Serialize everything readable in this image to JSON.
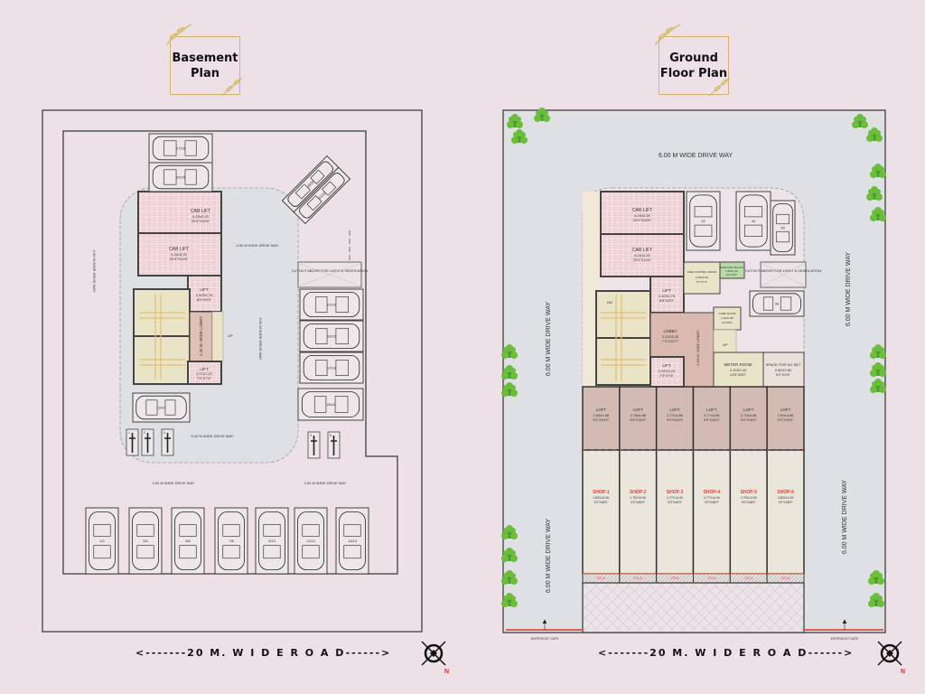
{
  "basement": {
    "title_line1": "Basement",
    "title_line2": "Plan",
    "car_lifts": [
      {
        "label": "CAR LIFT",
        "dim": "6.20x3.20",
        "imp": "20'4\"X10'6\""
      },
      {
        "label": "CAR LIFT",
        "dim": "6.20x3.20",
        "imp": "20'4\"X10'6\""
      }
    ],
    "lift_top": {
      "label": "LIFT",
      "dim": "2.42X2.75",
      "imp": "8'0\"X9'0\""
    },
    "lift_bottom": {
      "label": "LIFT",
      "dim": "2.07X2.22",
      "imp": "7'0\"X7'4\""
    },
    "lobby": "1.42 M. WIDE LOBBY",
    "up": "UP",
    "cutout": "CUTOUT ABOVE FOR LIGHT & VENTILATION",
    "drive_ways": {
      "left_vertical": "4.50 M WIDE DRIVE WAY",
      "center_top": "4.50 M WIDE DRIVE WAY",
      "center_vertical": "6.00 M WIDE DRIVE WAY",
      "inner_bottom": "5.40 M WIDE DRIVE WAY",
      "bottom_left": "4.50 M WIDE DRIVE WAY",
      "bottom_right": "4.50 M WIDE DRIVE WAY"
    },
    "right_cars": [
      "21/22",
      "19/20",
      "17/18",
      "15/16"
    ],
    "left_car": "23/24",
    "top_cars": [
      "27/28",
      "25/26"
    ],
    "diag_cars": [
      "29/30",
      "31/32"
    ],
    "bikes_left": [
      "1",
      "2",
      "3"
    ],
    "bikes_right": [
      "4",
      "5"
    ],
    "bottom_cars": [
      "1/2",
      "3/4",
      "5/6",
      "7/8",
      "9/10",
      "11/12",
      "13/14"
    ],
    "road": "<-------20 M. W I D E R O A D------>"
  },
  "ground": {
    "title_line1": "Ground",
    "title_line2": "Floor Plan",
    "drive_ways": {
      "top": "6.00 M WIDE DRIVE WAY",
      "left_upper": "6.00 M WIDE DRIVE WAY",
      "left_lower": "6.00 M WIDE DRIVE WAY",
      "right_upper": "6.00 M WIDE DRIVE WAY",
      "right_lower": "6.00 M WIDE DRIVE WAY"
    },
    "car_lifts": [
      {
        "label": "CAR LIFT",
        "dim": "6.20x3.20",
        "imp": "20'4\"X10'6\""
      },
      {
        "label": "CAR LIFT",
        "dim": "6.20x3.20",
        "imp": "20'4\"X10'6\""
      }
    ],
    "cars": [
      "33",
      "34",
      "35",
      "36"
    ],
    "fire_room": {
      "label": "FIRE CONTROL ROOM",
      "dim": "2.00X2.20",
      "imp": "6'7\"X7'3\""
    },
    "sanitary": {
      "label": "SANITARY BLOCK",
      "dim": "1.80X1.20",
      "imp": "6'0\"X4'0\""
    },
    "cutout": "CUTOUT ABOVE FOR LIGHT & VENTILATION",
    "lift_top": {
      "label": "LIFT",
      "dim": "2.42X2.75",
      "imp": "8'0\"X9'0\""
    },
    "lift_bottom": {
      "label": "LIFT",
      "dim": "2.07X2.22",
      "imp": "7'0\"X7'4\""
    },
    "lobby": {
      "label": "LOBBY",
      "dim": "2.22X3.22",
      "imp": "7'4\"X10'7\""
    },
    "wide_lobby": "2.00 M. WIDE LOBBY",
    "pump_room": {
      "label": "PUMP ROOM",
      "dim": "1.40X1.80",
      "imp": "4'6\"X6'0\""
    },
    "meter_room": {
      "label": "METER ROOM",
      "dim": "4.10X2.43",
      "imp": "13'5\"X8'0\""
    },
    "dg_set": {
      "label": "SPACE FOR DG SET",
      "dim": "2.80X2.80",
      "imp": "9'2\"X9'6\""
    },
    "dn": "DN",
    "up": "UP",
    "lofts": [
      {
        "label": "LOFT",
        "dim": "2.80x4.86",
        "imp": "9'2\"X15'0\""
      },
      {
        "label": "LOFT",
        "dim": "2.75x4.86",
        "imp": "9'0\"X16'0\""
      },
      {
        "label": "LOFT",
        "dim": "2.77x4.86",
        "imp": "9'0\"X16'0\""
      },
      {
        "label": "LOFT",
        "dim": "2.77x4.86",
        "imp": "9'0\"X16'0\""
      },
      {
        "label": "LOFT",
        "dim": "2.75x4.86",
        "imp": "9'0\"X16'0\""
      },
      {
        "label": "LOFT",
        "dim": "2.80x4.86",
        "imp": "9'2\"X16'0\""
      }
    ],
    "shops": [
      {
        "label": "SHOP-1",
        "dim": "2.80X14.90",
        "imp": "9'2\"X48'9\""
      },
      {
        "label": "SHOP-2",
        "dim": "2.75X14.90",
        "imp": "9'0\"X48'9\""
      },
      {
        "label": "SHOP-3",
        "dim": "2.77X14.90",
        "imp": "9'0\"X48'9\""
      },
      {
        "label": "SHOP-4",
        "dim": "2.77X14.90",
        "imp": "9'0\"X48'9\""
      },
      {
        "label": "SHOP-5",
        "dim": "2.75X14.90",
        "imp": "9'0\"X48'9\""
      },
      {
        "label": "SHOP-6",
        "dim": "2.80X14.90",
        "imp": "9'2\"X48'9\""
      }
    ],
    "otla": [
      "OTLA",
      "OTLA",
      "OTLA",
      "OTLA",
      "OTLA",
      "OTLA"
    ],
    "gate_left": "ENTRY/EXIT GATE",
    "gate_right": "ENTRY/EXIT GATE",
    "road": "<-------20 M. W I D E R O A D------>",
    "north": "N"
  },
  "colors": {
    "bg": "#ede1e7",
    "drive": "#dfe0e4",
    "wall": "#444444",
    "lift": "#f3dde0",
    "stair": "#e9e3c8",
    "lobby": "#d9b9b0",
    "loft": "#d3bab2",
    "shop": "#ebe6dc",
    "shop_text": "#e0403a",
    "tree": "#5aa832",
    "gold": "#d2b46c"
  }
}
